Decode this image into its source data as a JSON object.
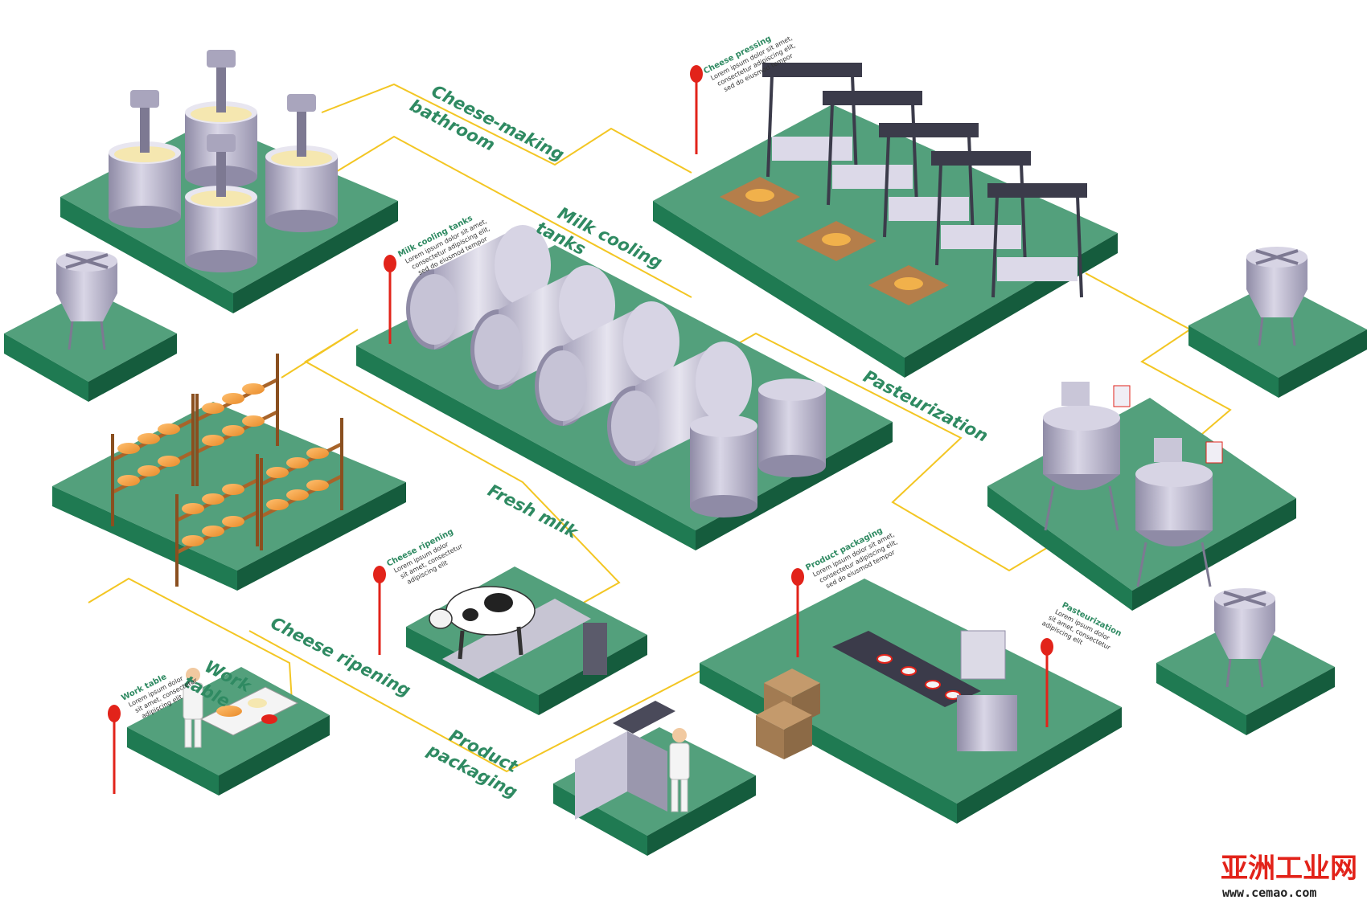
{
  "labels": {
    "cheese_making_1": "Cheese-making",
    "cheese_making_2": "bathroom",
    "milk_cooling_1": "Milk cooling",
    "milk_cooling_2": "tanks",
    "pasteurization": "Pasteurization",
    "fresh_milk": "Fresh milk",
    "cheese_ripening": "Cheese ripening",
    "work_table_1": "Work",
    "work_table_2": "table",
    "product_packaging_1": "Product",
    "product_packaging_2": "packaging"
  },
  "callouts": {
    "cheese_pressing": {
      "title": "Cheese pressing",
      "line1": "Lorem ipsum dolor sit amet,",
      "line2": "consectetur adipiscing elit,",
      "line3": "sed do eiusmod tempor"
    },
    "milk_cooling": {
      "title": "Milk cooling tanks",
      "line1": "Lorem ipsum dolor sit amet,",
      "line2": "consectetur adipiscing elit,",
      "line3": "sed do eiusmod tempor"
    },
    "cheese_ripening": {
      "title": "Cheese ripening",
      "line1": "Lorem ipsum dolor",
      "line2": "sit amet, consectetur",
      "line3": "adipiscing elit"
    },
    "product_packaging": {
      "title": "Product packaging",
      "line1": "Lorem ipsum dolor sit amet,",
      "line2": "consectetur adipiscing elit,",
      "line3": "sed do eiusmod tempor"
    },
    "pasteurization": {
      "title": "Pasteurization",
      "line1": "Lorem ipsum dolor",
      "line2": "sit amet, consectetur",
      "line3": "adipiscing elit"
    },
    "work_table": {
      "title": "Work table",
      "line1": "Lorem ipsum dolor",
      "line2": "sit amet, consectetur",
      "line3": "adipiscing elit"
    }
  },
  "watermark": {
    "cn": "亚洲工业网",
    "url": "www.cemao.com"
  },
  "colors": {
    "platform_top": "#53a07c",
    "platform_left": "#1f7a52",
    "platform_right": "#155c3d",
    "connector": "#f3c623",
    "pin": "#e2231a",
    "label": "#2f8a62",
    "metal": "#b8b4cc"
  }
}
